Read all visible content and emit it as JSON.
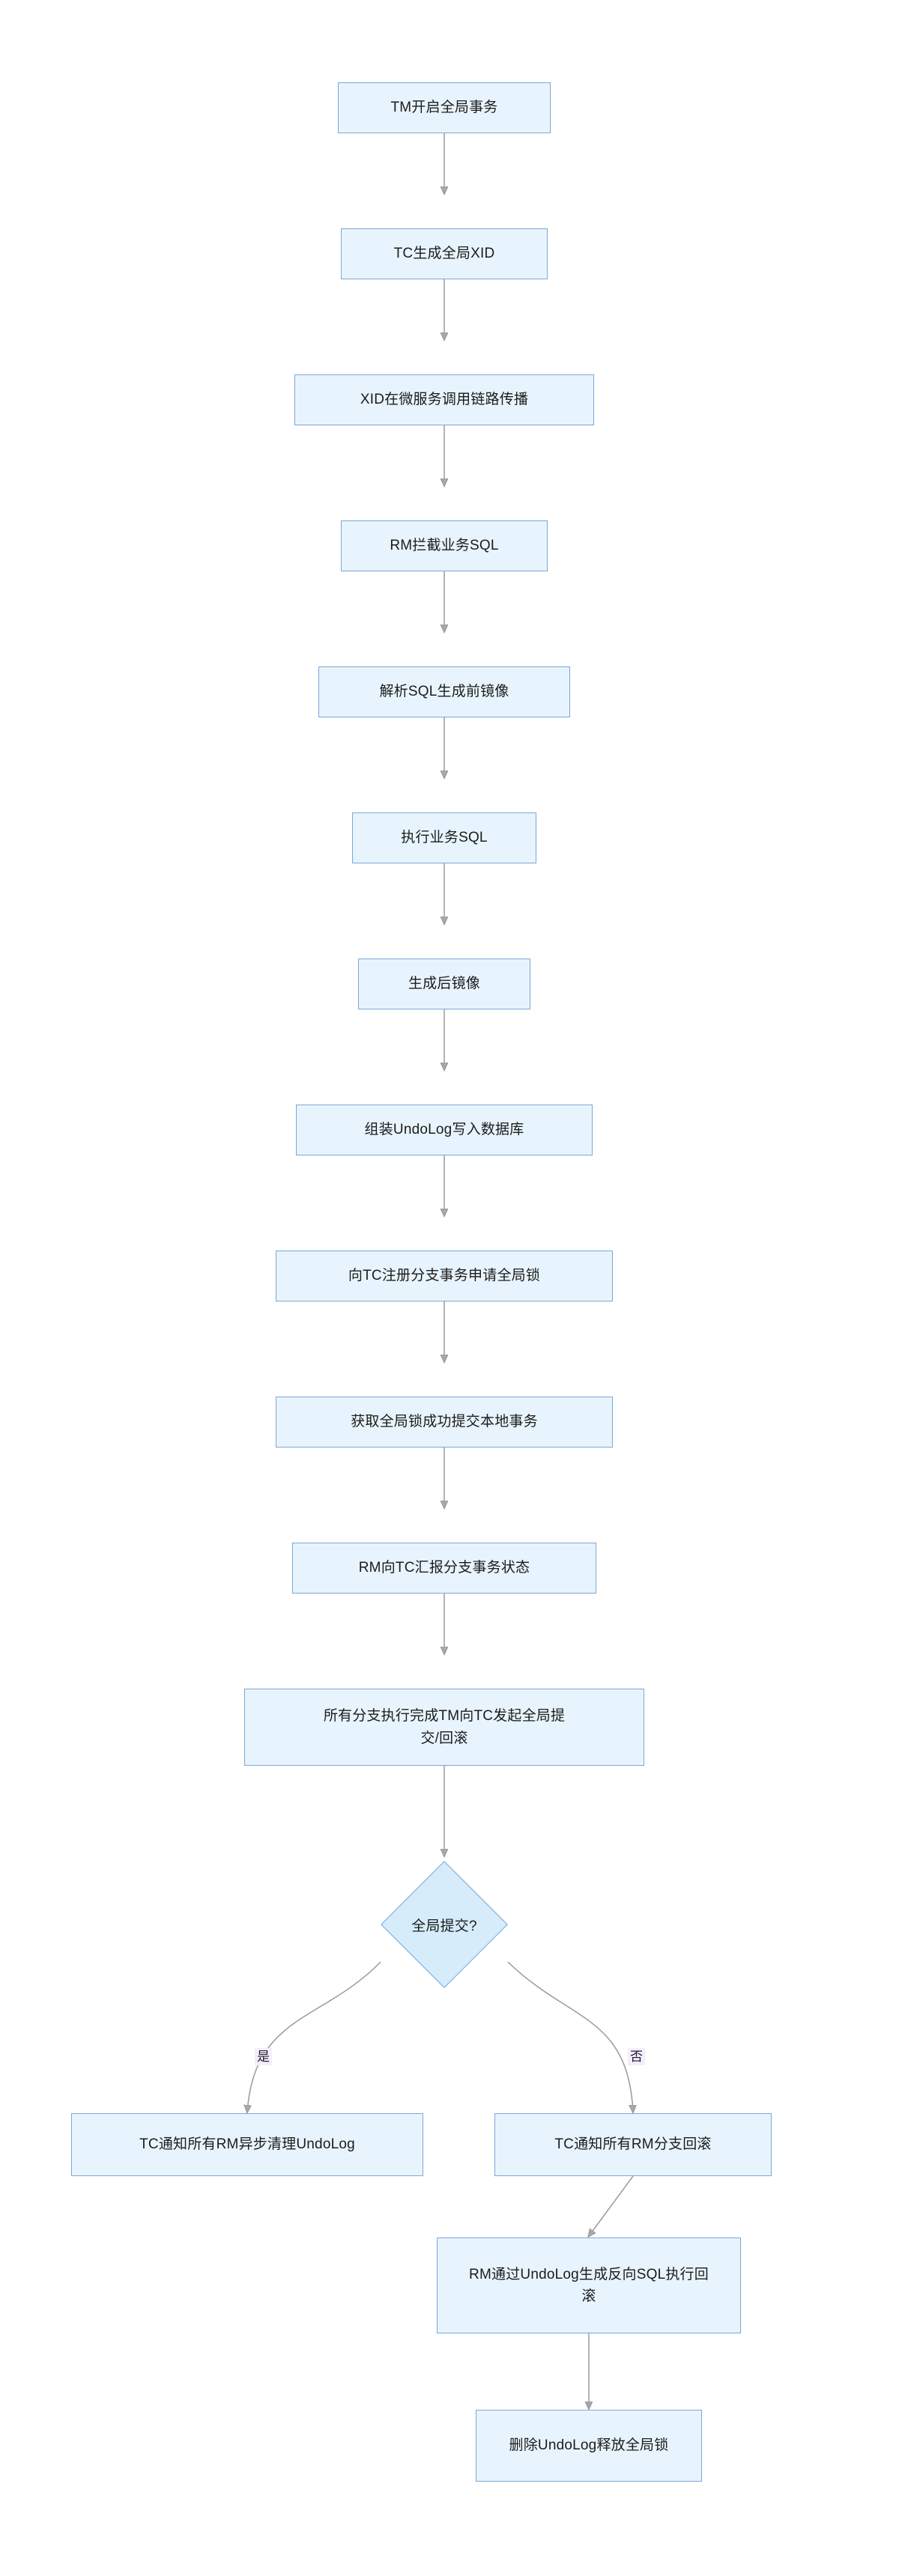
{
  "diagram": {
    "type": "flowchart",
    "direction": "top-down",
    "title_text": "",
    "theme": {
      "background": "#ffffff",
      "node_fill": "#e8f4fd",
      "node_border": "#7ba7d7",
      "decision_fill": "#d6ecfb",
      "decision_border": "#6aa6e0",
      "edge_color": "#9a9a9a",
      "text_color": "#1b1b1b",
      "edge_label_bg": "#f3eefb"
    },
    "nodes": [
      {
        "id": "n1",
        "shape": "rect",
        "label": "TM开启全局事务"
      },
      {
        "id": "n2",
        "shape": "rect",
        "label": "TC生成全局XID"
      },
      {
        "id": "n3",
        "shape": "rect",
        "label": "XID在微服务调用链路传播"
      },
      {
        "id": "n4",
        "shape": "rect",
        "label": "RM拦截业务SQL"
      },
      {
        "id": "n5",
        "shape": "rect",
        "label": "解析SQL生成前镜像"
      },
      {
        "id": "n6",
        "shape": "rect",
        "label": "执行业务SQL"
      },
      {
        "id": "n7",
        "shape": "rect",
        "label": "生成后镜像"
      },
      {
        "id": "n8",
        "shape": "rect",
        "label": "组装UndoLog写入数据库"
      },
      {
        "id": "n9",
        "shape": "rect",
        "label": "向TC注册分支事务申请全局锁"
      },
      {
        "id": "n10",
        "shape": "rect",
        "label": "获取全局锁成功提交本地事务"
      },
      {
        "id": "n11",
        "shape": "rect",
        "label": "RM向TC汇报分支事务状态"
      },
      {
        "id": "n12",
        "shape": "rect",
        "label": "所有分支执行完成TM向TC发起全局提\n交/回滚"
      },
      {
        "id": "d1",
        "shape": "diamond",
        "label": "全局提交?"
      },
      {
        "id": "n13",
        "shape": "rect",
        "label": "TC通知所有RM异步清理UndoLog"
      },
      {
        "id": "n14",
        "shape": "rect",
        "label": "TC通知所有RM分支回滚"
      },
      {
        "id": "n15",
        "shape": "rect",
        "label": "RM通过UndoLog生成反向SQL执行回\n滚"
      },
      {
        "id": "n16",
        "shape": "rect",
        "label": "删除UndoLog释放全局锁"
      }
    ],
    "edges": [
      {
        "from": "n1",
        "to": "n2",
        "label": ""
      },
      {
        "from": "n2",
        "to": "n3",
        "label": ""
      },
      {
        "from": "n3",
        "to": "n4",
        "label": ""
      },
      {
        "from": "n4",
        "to": "n5",
        "label": ""
      },
      {
        "from": "n5",
        "to": "n6",
        "label": ""
      },
      {
        "from": "n6",
        "to": "n7",
        "label": ""
      },
      {
        "from": "n7",
        "to": "n8",
        "label": ""
      },
      {
        "from": "n8",
        "to": "n9",
        "label": ""
      },
      {
        "from": "n9",
        "to": "n10",
        "label": ""
      },
      {
        "from": "n10",
        "to": "n11",
        "label": ""
      },
      {
        "from": "n11",
        "to": "n12",
        "label": ""
      },
      {
        "from": "n12",
        "to": "d1",
        "label": ""
      },
      {
        "from": "d1",
        "to": "n13",
        "label": "是"
      },
      {
        "from": "d1",
        "to": "n14",
        "label": "否"
      },
      {
        "from": "n14",
        "to": "n15",
        "label": ""
      },
      {
        "from": "n15",
        "to": "n16",
        "label": ""
      }
    ],
    "branch_labels": {
      "yes": "是",
      "no": "否"
    }
  }
}
